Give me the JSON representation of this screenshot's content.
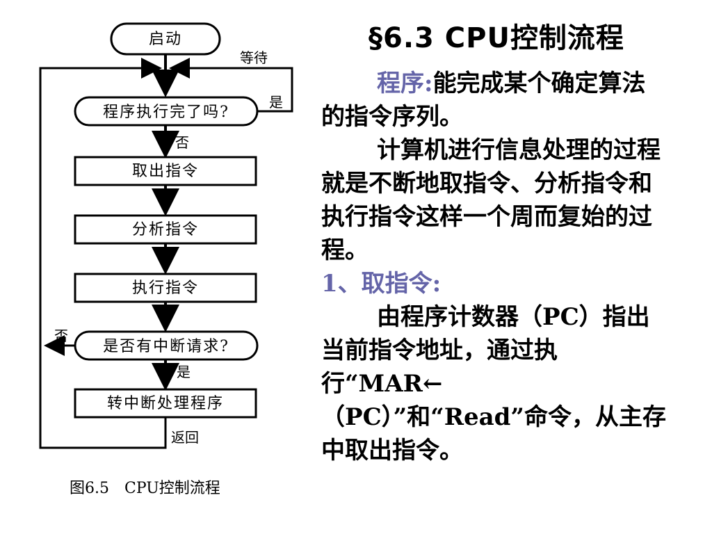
{
  "flowchart": {
    "start": "启动",
    "wait": "等待",
    "decision1": "程序执行完了吗?",
    "yes1": "是",
    "no1": "否",
    "step1": "取出指令",
    "step2": "分析指令",
    "step3": "执行指令",
    "decision2": "是否有中断请求?",
    "no2": "否",
    "yes2": "是",
    "step4": "转中断处理程序",
    "return": "返回"
  },
  "caption": "图6.5　CPU控制流程",
  "title": "§6.3 CPU控制流程",
  "body": {
    "p1_term": "程序:",
    "p1_text": "能完成某个确定算法的指令序列。",
    "p2": "计算机进行信息处理的过程就是不断地取指令、分析指令和执行指令这样一个周而复始的过程。",
    "h1": "1、取指令:",
    "p3": "由程序计数器（PC）指出当前指令地址，通过执行“MAR←（PC）”和“Read”命令，从主存中取出指令。"
  },
  "colors": {
    "highlight": "#6464a8",
    "line": "#000000"
  }
}
